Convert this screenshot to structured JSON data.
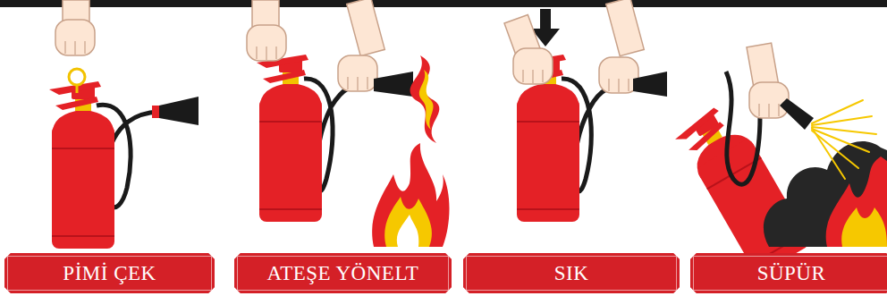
{
  "diagram": {
    "nodes": [
      {
        "text": [
          "PİMİ ÇEK"
        ]
      },
      {
        "text": [
          "ATEŞE YÖNELT"
        ]
      },
      {
        "text": [
          "SIK"
        ]
      },
      {
        "text": [
          "SÜPÜR"
        ]
      }
    ]
  }
}
